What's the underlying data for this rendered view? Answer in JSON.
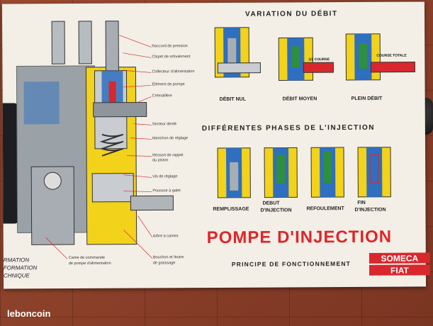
{
  "poster": {
    "section_flow": "VARIATION DU DÉBIT",
    "flow_labels": [
      "DÉBIT NUL",
      "DÉBIT MOYEN",
      "PLEIN DÉBIT"
    ],
    "flow_tags": [
      "1/2 COURSE",
      "COURSE TOTALE"
    ],
    "section_phases": "DIFFÉRENTES PHASES DE L'INJECTION",
    "phase_labels": [
      "REMPLISSAGE",
      "DEBUT",
      "D'INJECTION",
      "REFOULEMENT",
      "FIN",
      "D'INJECTION"
    ],
    "title": "POMPE D'INJECTION",
    "subtitle": "PRINCIPE DE FONCTIONNEMENT",
    "logo_lines": [
      "SOMECA",
      "FIAT"
    ],
    "left_caption": [
      "RMATION",
      "FORMATION",
      "CHNIQUE"
    ],
    "callouts": [
      "Raccord de pression",
      "Clapet de refoulement",
      "Collecteur d'alimentation",
      "Élément de pompe",
      "Crémaillère",
      "Secteur denté",
      "Manchon de réglage",
      "Ressort de rappel",
      "du piston",
      "Vis de réglage",
      "Poussoir à galet",
      "Arbre à cames",
      "Came de commande",
      "de pompe d'alimentation",
      "Bouchon et feutre",
      "de graissage"
    ]
  },
  "watermark": "leboncoin",
  "colors": {
    "yellow": "#f2d21a",
    "blue": "#2e6fc0",
    "red": "#d9272e",
    "green": "#2f8f3e",
    "grey": "#8f969b"
  }
}
